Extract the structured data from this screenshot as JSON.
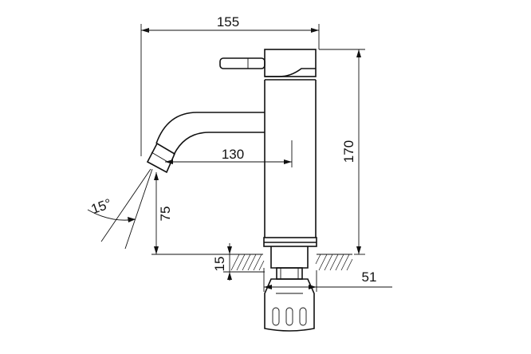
{
  "dimensions": {
    "overall_width": "155",
    "height": "170",
    "spout_reach": "130",
    "spout_height": "75",
    "angle": "15°",
    "deck_thickness": "15",
    "hole_diameter": "51"
  }
}
